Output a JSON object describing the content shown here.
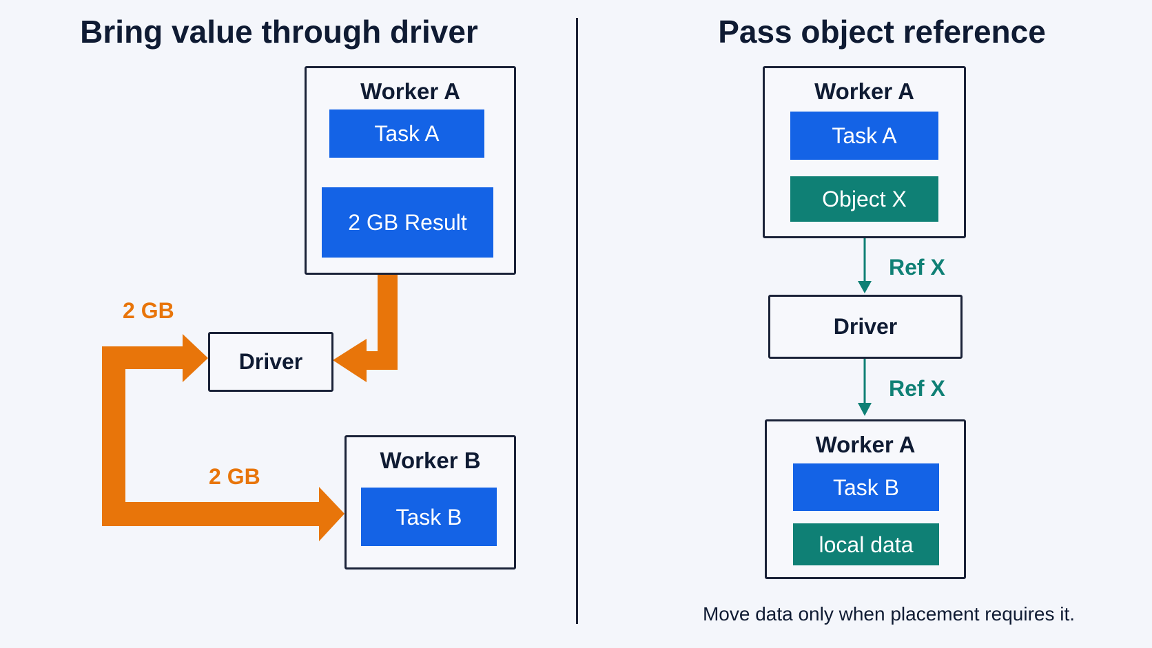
{
  "left": {
    "title": "Bring value through driver",
    "worker_a": {
      "label": "Worker A",
      "task": "Task A",
      "result": "2 GB Result"
    },
    "driver": {
      "label": "Driver"
    },
    "worker_b": {
      "label": "Worker B",
      "task": "Task B"
    },
    "flow_labels": {
      "to_driver": "2 GB",
      "to_worker_b": "2 GB"
    }
  },
  "right": {
    "title": "Pass object reference",
    "worker_a_top": {
      "label": "Worker A",
      "task": "Task A",
      "object": "Object X"
    },
    "ref_labels": {
      "first": "Ref X",
      "second": "Ref X"
    },
    "driver": {
      "label": "Driver"
    },
    "worker_a_bottom": {
      "label": "Worker A",
      "task": "Task B",
      "data": "local data"
    }
  },
  "footer": "Move data only when placement requires it.",
  "colors": {
    "blue": "#1463e6",
    "teal": "#0f8075",
    "orange": "#e8750a",
    "ink": "#0f1b33"
  }
}
